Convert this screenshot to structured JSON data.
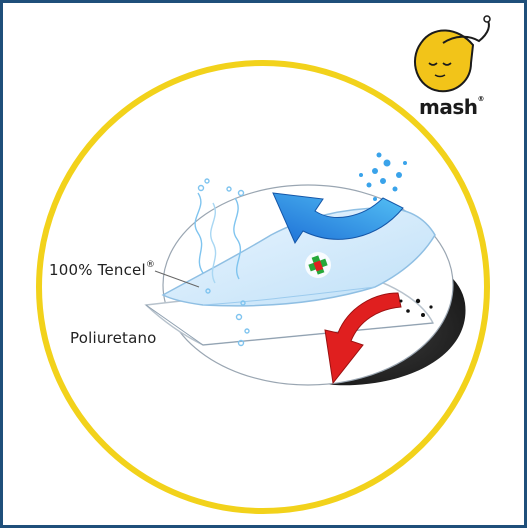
{
  "labels": {
    "layer_top": "100% Tencel",
    "layer_top_mark": "®",
    "layer_bottom": "Poliuretano"
  },
  "logo": {
    "brand": "mash",
    "brand_mark": "®",
    "icon": "sleeping-moon-icon"
  },
  "colors": {
    "border": "#1f4f7a",
    "ring": "#f2d21b",
    "water": "#2a8fd8",
    "arrow_red": "#e01f1f",
    "cross_green": "#27a83a"
  },
  "icons": [
    "water-arrow-icon",
    "red-arrow-icon",
    "medical-cross-icon",
    "bubbles-icon"
  ]
}
